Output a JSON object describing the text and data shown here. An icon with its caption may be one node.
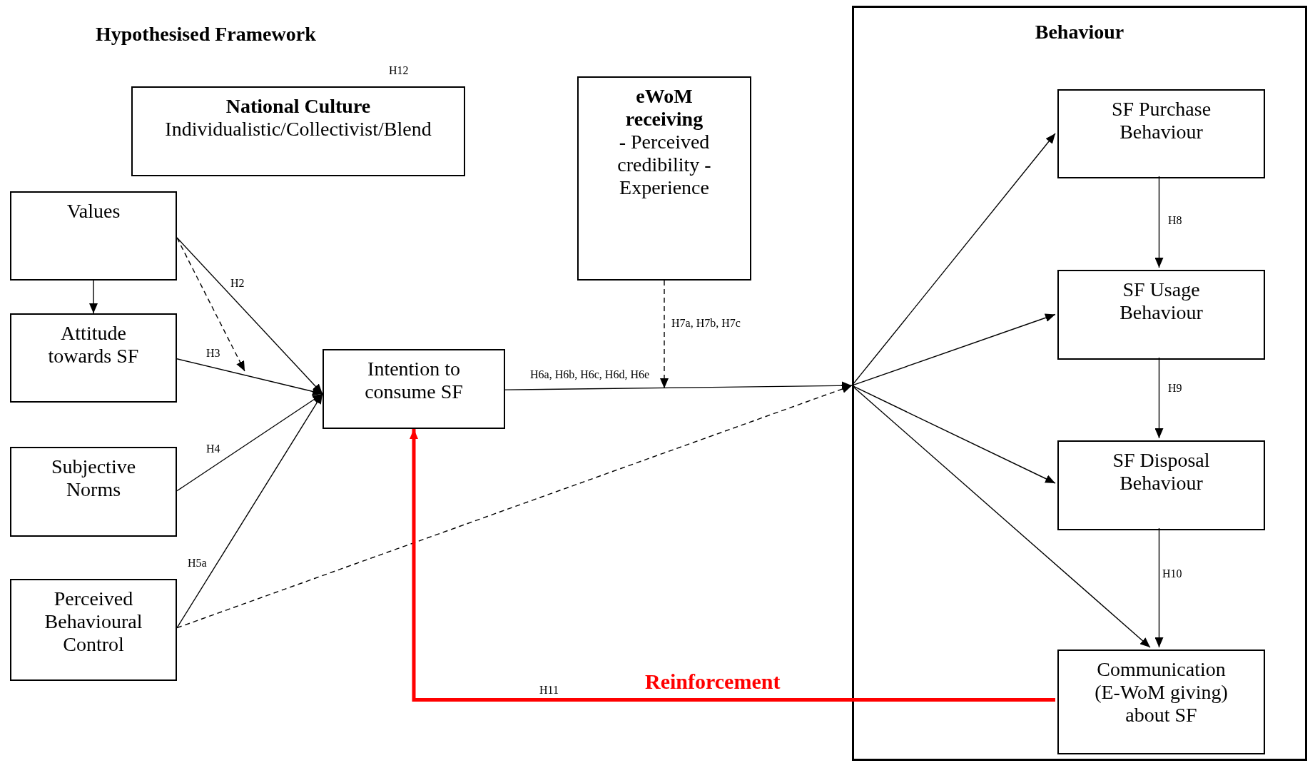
{
  "diagram": {
    "title": "Hypothesised Framework",
    "nodes": [
      {
        "text": [
          "National Culture",
          "Individualistic/Collectivist/Blend"
        ]
      },
      {
        "text": [
          "Values"
        ]
      },
      {
        "text": [
          "Attitude towards SF"
        ]
      },
      {
        "text": [
          "Subjective Norms"
        ]
      },
      {
        "text": [
          "Perceived Behavioural Control"
        ]
      },
      {
        "text": [
          "Intention to consume SF"
        ]
      },
      {
        "text": [
          "eWoM receiving",
          "- Perceived credibility - Experience"
        ]
      },
      {
        "text": [
          "Behaviour"
        ]
      },
      {
        "text": [
          "SF Purchase Behaviour"
        ],
        "in": 7
      },
      {
        "text": [
          "SF Usage Behaviour"
        ],
        "in": 7
      },
      {
        "text": [
          "SF Disposal Behaviour"
        ],
        "in": 7
      },
      {
        "text": [
          "Communication (E-WoM giving) about SF"
        ],
        "in": 7
      }
    ],
    "edges": [
      {
        "from": 1,
        "to": 2,
        "arrow": "to"
      },
      {
        "from": 1,
        "to": 5,
        "arrow": "to",
        "label": "H2"
      },
      {
        "from": 1,
        "to": null,
        "arrow": "to",
        "style": "dashed"
      },
      {
        "from": 2,
        "to": 5,
        "arrow": "to",
        "label": "H3"
      },
      {
        "from": 3,
        "to": 5,
        "arrow": "to",
        "label": "H4"
      },
      {
        "from": 4,
        "to": 5,
        "arrow": "to",
        "label": "H5a"
      },
      {
        "from": 4,
        "to": 7,
        "arrow": "to",
        "style": "dashed"
      },
      {
        "from": 5,
        "to": 7,
        "arrow": "to",
        "label": "H6a, H6b, H6c, H6d, H6e"
      },
      {
        "from": 6,
        "to": null,
        "arrow": "to",
        "style": "dashed",
        "label": "H7a, H7b, H7c"
      },
      {
        "from": 7,
        "to": 8,
        "arrow": "to"
      },
      {
        "from": 7,
        "to": 9,
        "arrow": "to"
      },
      {
        "from": 7,
        "to": 10,
        "arrow": "to"
      },
      {
        "from": 7,
        "to": 11,
        "arrow": "to"
      },
      {
        "from": 8,
        "to": 9,
        "arrow": "to",
        "label": "H8"
      },
      {
        "from": 9,
        "to": 10,
        "arrow": "to",
        "label": "H9"
      },
      {
        "from": 10,
        "to": 11,
        "arrow": "to",
        "label": "H10"
      },
      {
        "from": 11,
        "to": 5,
        "arrow": "to",
        "label": "H11",
        "style": "thick",
        "color": "#ff0000"
      }
    ],
    "labels": [
      "H12",
      "Reinforcement"
    ]
  }
}
